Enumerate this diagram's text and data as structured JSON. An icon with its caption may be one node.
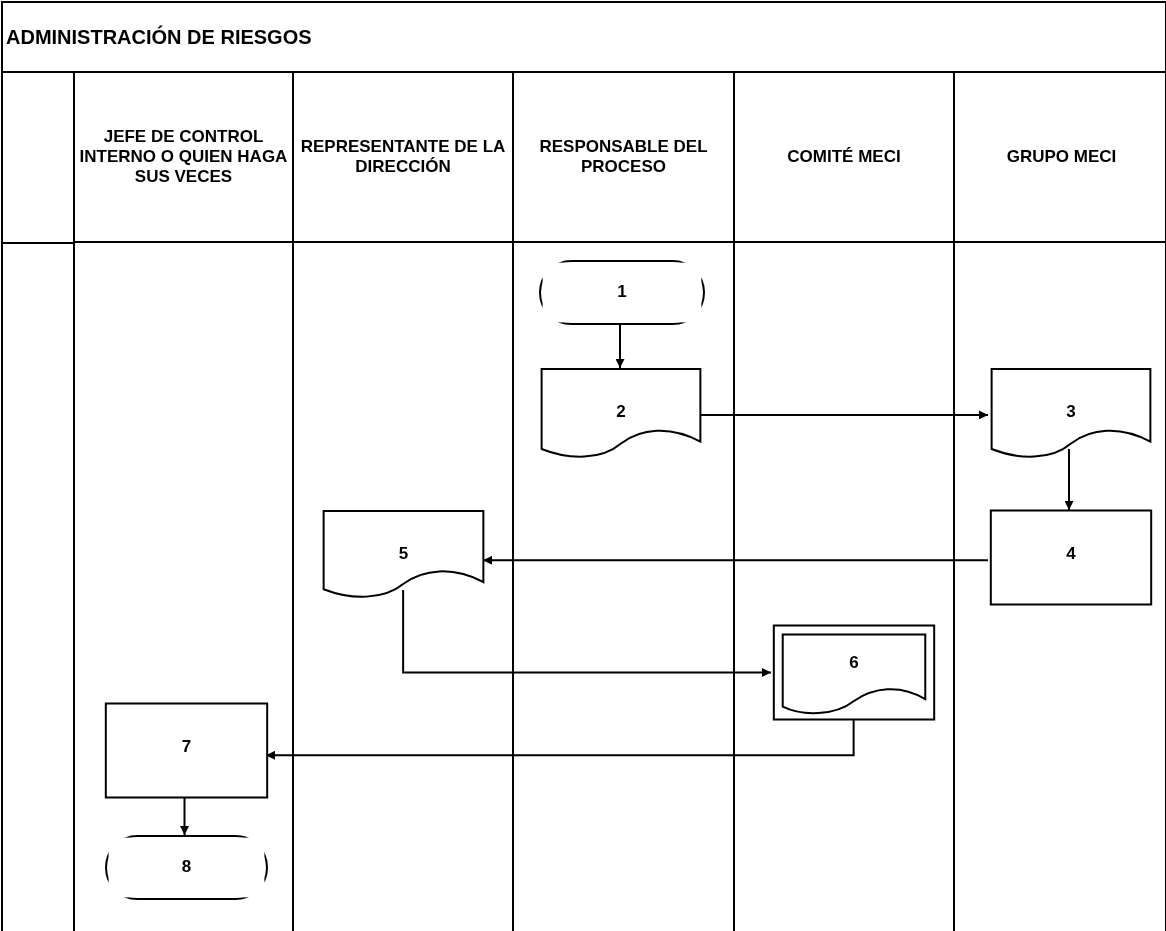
{
  "diagram": {
    "title": "ADMINISTRACIÓN DE RIESGOS",
    "nodes": [
      {
        "text": [
          "JEFE DE CONTROL INTERNO O QUIEN HAGA SUS VECES"
        ]
      },
      {
        "text": [
          "REPRESENTANTE DE LA DIRECCIÓN"
        ]
      },
      {
        "text": [
          "RESPONSABLE DEL PROCESO"
        ]
      },
      {
        "text": [
          "COMITÉ MECI"
        ]
      },
      {
        "text": [
          "GRUPO MECI"
        ]
      },
      {
        "text": [
          "1"
        ],
        "in": 2
      },
      {
        "text": [
          "2"
        ],
        "in": 2
      },
      {
        "text": [
          "3"
        ],
        "in": 4
      },
      {
        "text": [
          "4"
        ],
        "in": 4
      },
      {
        "text": [
          "5"
        ],
        "in": 1
      },
      {
        "text": [
          "6"
        ],
        "in": 3
      },
      {
        "text": [
          "7"
        ],
        "in": 0
      },
      {
        "text": [
          "8"
        ],
        "in": 0
      }
    ],
    "edges": [
      {
        "from": 5,
        "to": 6,
        "arrow": "to"
      },
      {
        "from": 6,
        "to": 7,
        "arrow": "to"
      },
      {
        "from": 7,
        "to": 8,
        "arrow": "to"
      },
      {
        "from": 8,
        "to": 9,
        "arrow": "to"
      },
      {
        "from": 9,
        "to": 10,
        "arrow": "to"
      },
      {
        "from": 10,
        "to": 11,
        "arrow": "to"
      },
      {
        "from": 11,
        "to": 12,
        "arrow": "to"
      }
    ]
  }
}
